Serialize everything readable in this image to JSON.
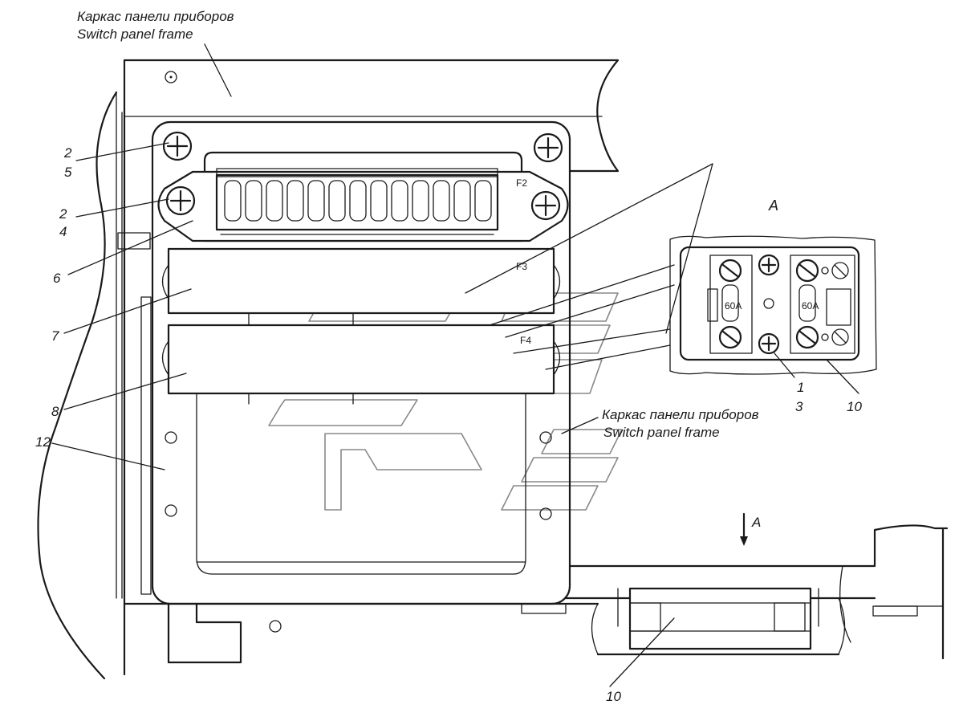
{
  "title": {
    "ru": "Каркас панели приборов",
    "en": "Switch panel frame"
  },
  "frame_label_2": {
    "ru": "Каркас панели приборов",
    "en": "Switch panel frame"
  },
  "view_label": "A",
  "view_arrow_label": "A",
  "fuse_blocks": [
    "F2",
    "F3",
    "F4"
  ],
  "fuse_ratings": [
    "60A",
    "60A"
  ],
  "callouts": {
    "c_2a": "2",
    "c_5": "5",
    "c_2b": "2",
    "c_4": "4",
    "c_6": "6",
    "c_7": "7",
    "c_8": "8",
    "c_12": "12",
    "c_1": "1",
    "c_3": "3",
    "c_10a": "10",
    "c_10b": "10"
  }
}
